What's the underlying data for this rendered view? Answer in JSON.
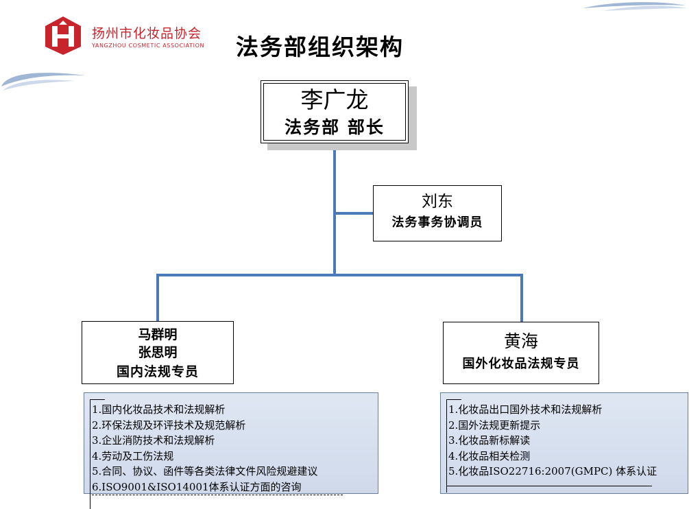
{
  "logo": {
    "name_cn": "扬州市化妆品协会",
    "name_en": "YANGZHOU COSMETIC ASSOCIATION",
    "brand_color": "#c8242b"
  },
  "title": "法务部组织架构",
  "colors": {
    "connector": "#4a79b9",
    "panel_fill": "#d6dfee"
  },
  "head": {
    "name": "李广龙",
    "title": "法务部 部长"
  },
  "coordinator": {
    "name": "刘东",
    "title": "法务事务协调员"
  },
  "domestic": {
    "names": [
      "马群明",
      "张思明"
    ],
    "title": "国内法规专员",
    "duties": [
      "1.国内化妆品技术和法规解析",
      "2.环保法规及环评技术及规范解析",
      "3.企业消防技术和法规解析",
      "4.劳动及工伤法规",
      "5.合同、协议、函件等各类法律文件风险规避建议",
      "6.ISO9001&ISO14001体系认证方面的咨询"
    ]
  },
  "international": {
    "name": "黄海",
    "title": "国外化妆品法规专员",
    "duties": [
      "1.化妆品出口国外技术和法规解析",
      "2.国外法规更新提示",
      "3.化妆品新标解读",
      "4.化妆品相关检测",
      "5.化妆品ISO22716:2007(GMPC) 体系认证"
    ]
  }
}
